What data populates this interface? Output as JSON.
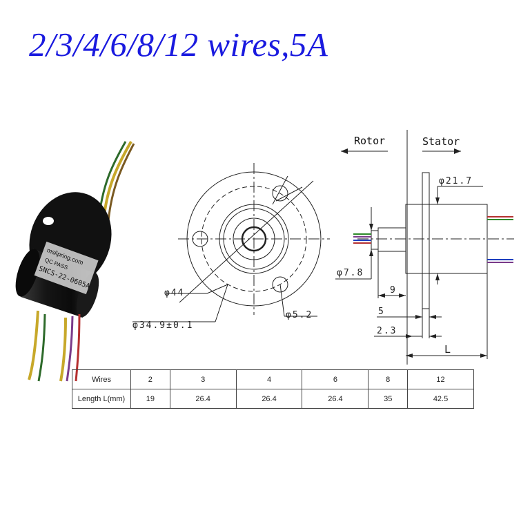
{
  "title": "2/3/4/6/8/12 wires,5A",
  "labels": {
    "rotor": "Rotor",
    "stator": "Stator",
    "d44": "φ44",
    "d349": "φ34.9±0.1",
    "d52": "φ5.2",
    "d217": "φ21.7",
    "d78": "φ7.8",
    "dim9": "9",
    "dim5": "5",
    "dim23": "2.3",
    "dimL": "L"
  },
  "product_print": {
    "brand": "mslipring.com",
    "model": "SNCS-22-0605A",
    "qc": "QC PASS"
  },
  "table": {
    "row1_header": "Wires",
    "row2_header": "Length L(mm)",
    "wires": [
      "2",
      "3",
      "4",
      "6",
      "8",
      "12"
    ],
    "lengths": [
      "19",
      "26.4",
      "26.4",
      "26.4",
      "35",
      "42.5"
    ]
  },
  "colors": {
    "title": "#1a1adf",
    "line": "#222222",
    "body": "#141414"
  }
}
